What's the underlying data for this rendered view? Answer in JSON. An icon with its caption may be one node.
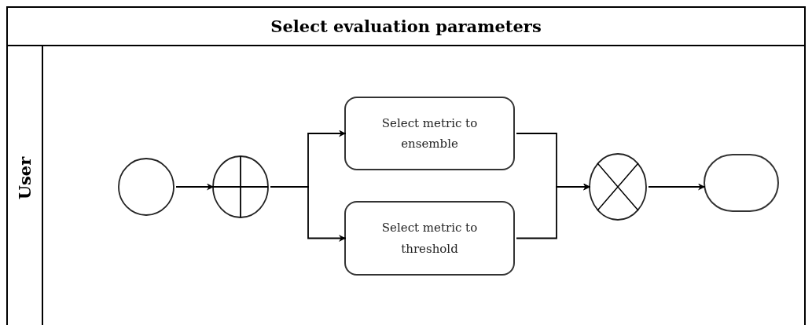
{
  "diagram": {
    "nodes": [
      {
        "text": [
          "Select evaluation parameters"
        ]
      },
      {
        "text": [
          "User"
        ],
        "in": 0
      },
      {
        "text": [],
        "shape": "circle",
        "in": 1
      },
      {
        "text": [],
        "shape": "circle",
        "in": 1
      },
      {
        "text": [
          "Select metric to ensemble"
        ],
        "in": 1
      },
      {
        "text": [
          "Select metric to threshold"
        ],
        "in": 1
      },
      {
        "text": [],
        "shape": "circle",
        "in": 1
      },
      {
        "text": [],
        "shape": "box",
        "in": 1
      }
    ],
    "edges": [
      {
        "from": 2,
        "to": 3,
        "arrow": "to"
      },
      {
        "from": 3,
        "to": 4,
        "arrow": "to"
      },
      {
        "from": 3,
        "to": 5,
        "arrow": "to"
      },
      {
        "from": 4,
        "to": 6,
        "arrow": "to"
      },
      {
        "from": 5,
        "to": 6,
        "arrow": "to"
      },
      {
        "from": 6,
        "to": 7,
        "arrow": "to"
      }
    ]
  }
}
